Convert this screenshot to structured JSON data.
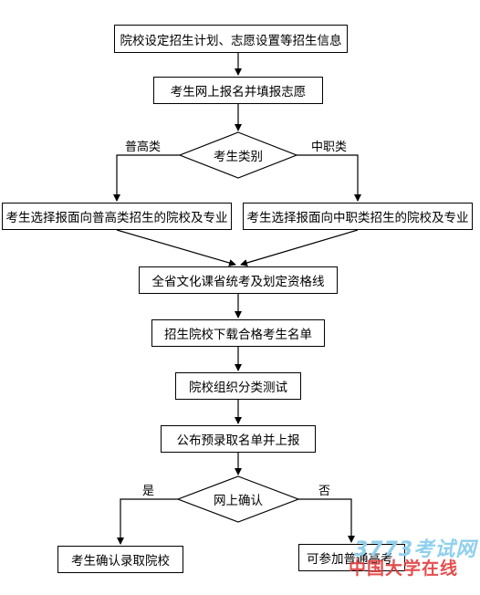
{
  "nodes": {
    "publish": "院校设定招生计划、志愿设置等招生信息",
    "register": "考生网上报名并填报志愿",
    "category": "考生类别",
    "general_choice": "考生选择报面向普高类招生的院校及专业",
    "vocational_choice": "考生选择报面向中职类招生的院校及专业",
    "exam": "全省文化课省统考及划定资格线",
    "download": "招生院校下载合格考生名单",
    "test": "院校组织分类测试",
    "announce": "公布预录取名单并上报",
    "confirm": "网上确认",
    "accept": "考生确认录取院校",
    "gaokao": "可参加普通高考"
  },
  "edge_labels": {
    "general": "普高类",
    "vocational": "中职类",
    "yes": "是",
    "no": "否"
  },
  "watermark": {
    "line1": "3773考试网",
    "line2": "中国大学在线"
  }
}
